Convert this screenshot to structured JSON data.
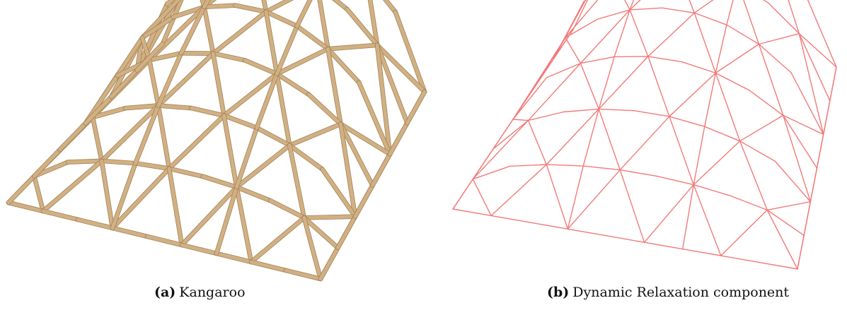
{
  "figure": {
    "panels": [
      {
        "label": "(a)",
        "caption": "Kangaroo",
        "color": "#d1b084",
        "edge_color": "#a38457"
      },
      {
        "label": "(b)",
        "caption": "Dynamic Relaxation component",
        "color": "#f27a7a",
        "edge_color": "#f27a7a"
      }
    ]
  }
}
